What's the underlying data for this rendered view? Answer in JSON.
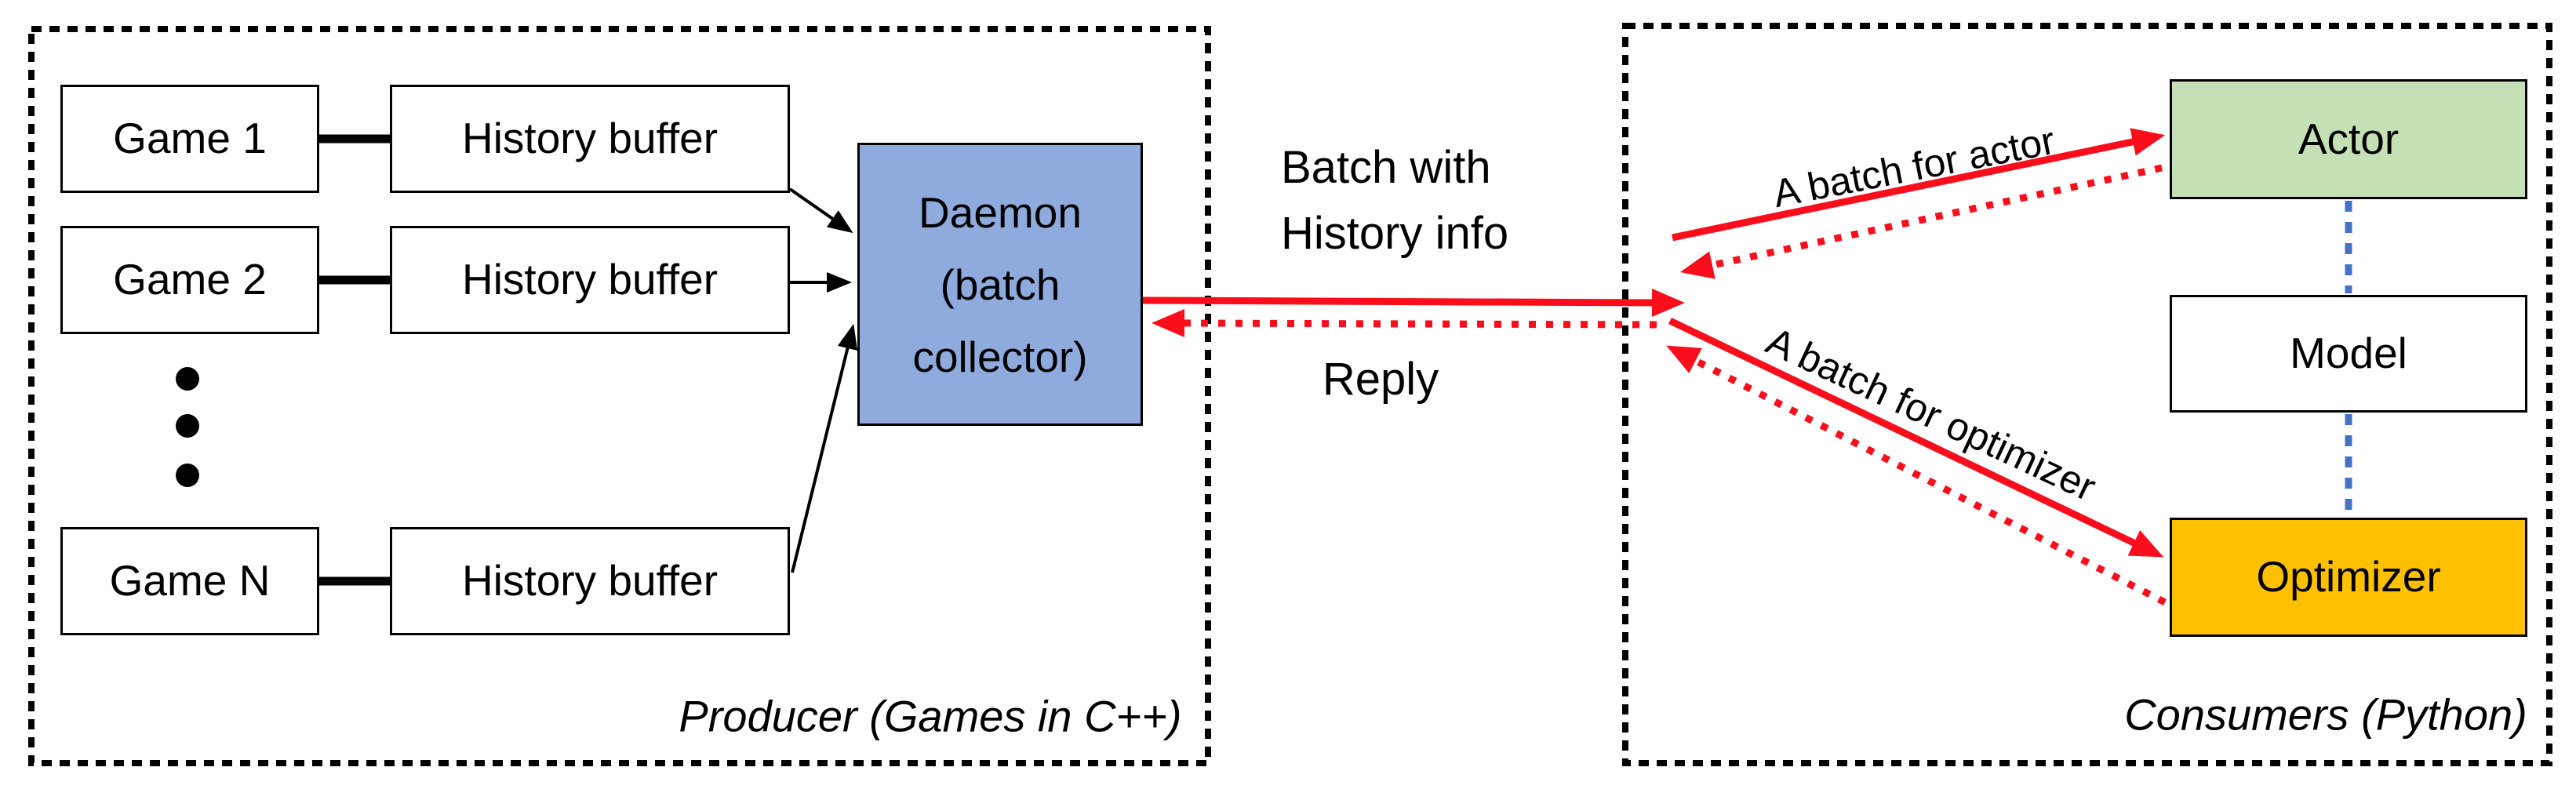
{
  "producer": {
    "region_label": "Producer (Games in C++)",
    "games": [
      "Game 1",
      "Game 2",
      "Game N"
    ],
    "history_buffer_label": "History buffer",
    "daemon_label": "Daemon\n(batch\ncollector)",
    "ellipsis_note": "vertical-ellipsis-dots"
  },
  "consumers": {
    "region_label": "Consumers (Python)",
    "actor_label": "Actor",
    "model_label": "Model",
    "optimizer_label": "Optimizer"
  },
  "messages": {
    "batch_request": "Batch with\nHistory info",
    "reply": "Reply",
    "batch_for_actor": "A batch for actor",
    "batch_for_optimizer": "A batch for optimizer"
  },
  "colors": {
    "daemon_fill": "#8faadc",
    "actor_fill": "#c5e0b4",
    "optimizer_fill": "#ffc000",
    "arrow_red": "#fa0e1c",
    "model_link_blue": "#4472c4",
    "line_black": "#000000",
    "background": "#ffffff"
  }
}
